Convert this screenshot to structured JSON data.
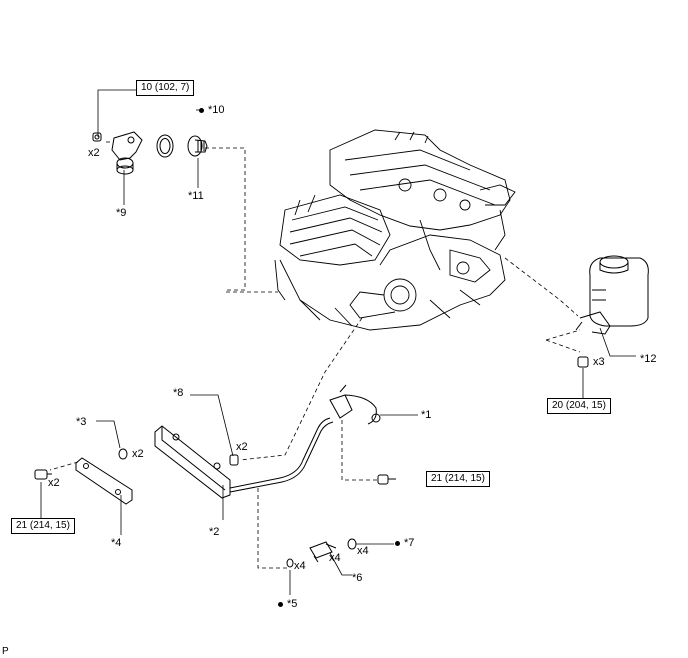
{
  "torque_specs": {
    "t1": "10 (102, 7)",
    "t2": "20 (204, 15)",
    "t3": "21 (214, 15)",
    "t4": "21 (214, 15)"
  },
  "callouts": {
    "c1": "*1",
    "c2": "*2",
    "c3": "*3",
    "c4": "*4",
    "c5": "*5",
    "c6": "*6",
    "c7": "*7",
    "c8": "*8",
    "c9": "*9",
    "c10": "*10",
    "c11": "*11",
    "c12": "*12"
  },
  "quantities": {
    "q9": "x2",
    "q8": "x2",
    "q3": "x2",
    "q4": "x2",
    "q5": "x4",
    "q6": "x4",
    "q7": "x4",
    "q12": "x3"
  },
  "corner_code": "P"
}
